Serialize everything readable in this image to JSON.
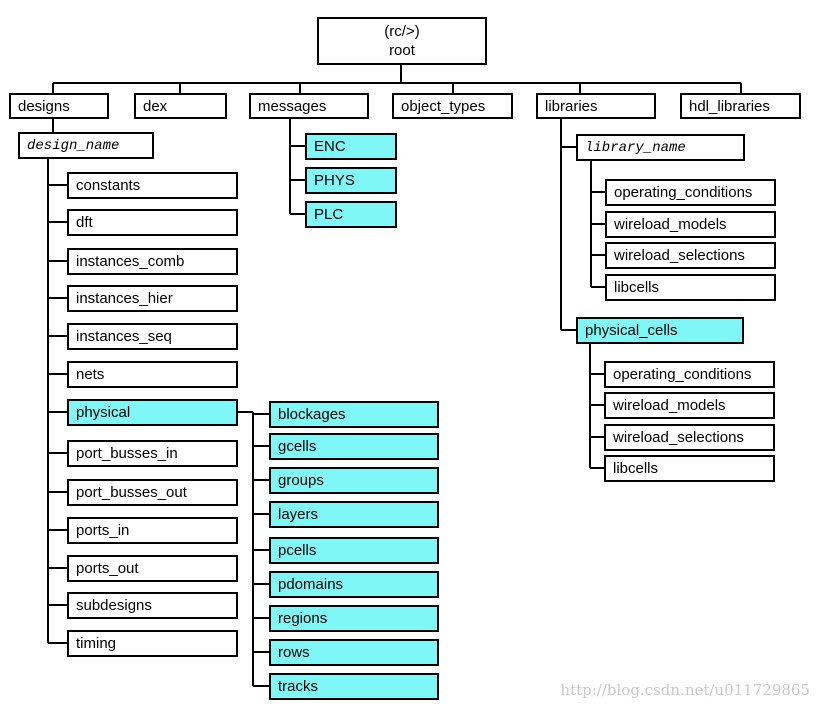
{
  "root": {
    "line1": "(rc/>)",
    "line2": "root"
  },
  "top_level": {
    "designs": "designs",
    "dex": "dex",
    "messages": "messages",
    "object_types": "object_types",
    "libraries": "libraries",
    "hdl_libraries": "hdl_libraries"
  },
  "messages": [
    "ENC",
    "PHYS",
    "PLC"
  ],
  "design_name": "design_name",
  "design_children": [
    "constants",
    "dft",
    "instances_comb",
    "instances_hier",
    "instances_seq",
    "nets",
    "physical",
    "port_busses_in",
    "port_busses_out",
    "ports_in",
    "ports_out",
    "subdesigns",
    "timing"
  ],
  "physical_children": [
    "blockages",
    "gcells",
    "groups",
    "layers",
    "pcells",
    "pdomains",
    "regions",
    "rows",
    "tracks"
  ],
  "library_name": "library_name",
  "library_children": [
    "operating_conditions",
    "wireload_models",
    "wireload_selections",
    "libcells"
  ],
  "physical_cells": "physical_cells",
  "physical_cells_children": [
    "operating_conditions",
    "wireload_models",
    "wireload_selections",
    "libcells"
  ],
  "watermark": "http://blog.csdn.net/u011729865",
  "colors": {
    "highlight": "#7ff7f7",
    "border": "#000000",
    "watermark": "#c9c9c9"
  }
}
